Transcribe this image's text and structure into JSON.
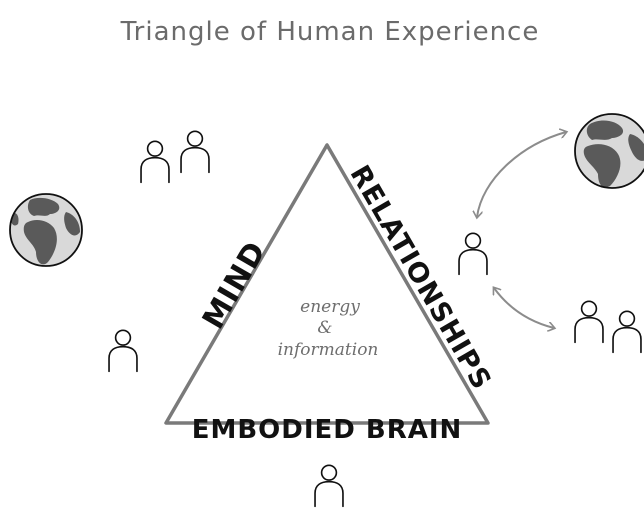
{
  "title": "Triangle of Human Experience",
  "sides": {
    "left": "MIND",
    "right": "RELATIONSHIPS",
    "bottom": "EMBODIED BRAIN"
  },
  "center": {
    "line1": "energy",
    "line2": "&",
    "line3": "information"
  },
  "colors": {
    "triangle": "#7a7a7a",
    "arrows": "#8c8c8c",
    "ink": "#111111",
    "globe_land": "#5a5a5a",
    "globe_water": "#d9d9d9"
  },
  "icons": [
    "person-icon",
    "globe-icon",
    "double-arrow-icon"
  ]
}
